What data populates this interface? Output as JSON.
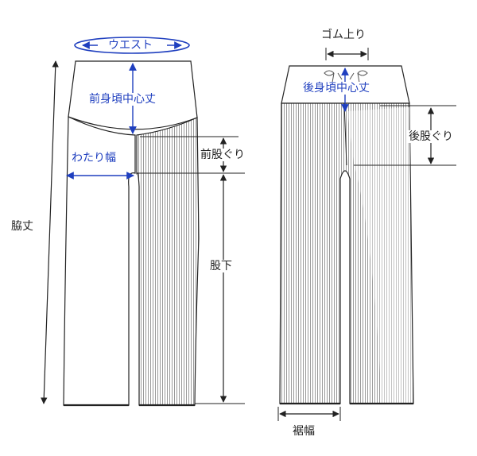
{
  "colors": {
    "measure_blue": "#1f3fbf",
    "outline": "#222222",
    "stripe": "#9a9a9a",
    "background": "#ffffff"
  },
  "front": {
    "waist_label": "ウエスト",
    "front_rise_center_label": "前身頃中心丈",
    "thigh_width_label": "わたり幅",
    "front_rise_label": "前股ぐり",
    "side_length_label": "脇丈",
    "inseam_label": "股下"
  },
  "back": {
    "elastic_label": "ゴム上り",
    "back_rise_center_label": "後身頃中心丈",
    "back_rise_label": "後股ぐり",
    "hem_width_label": "裾幅"
  }
}
